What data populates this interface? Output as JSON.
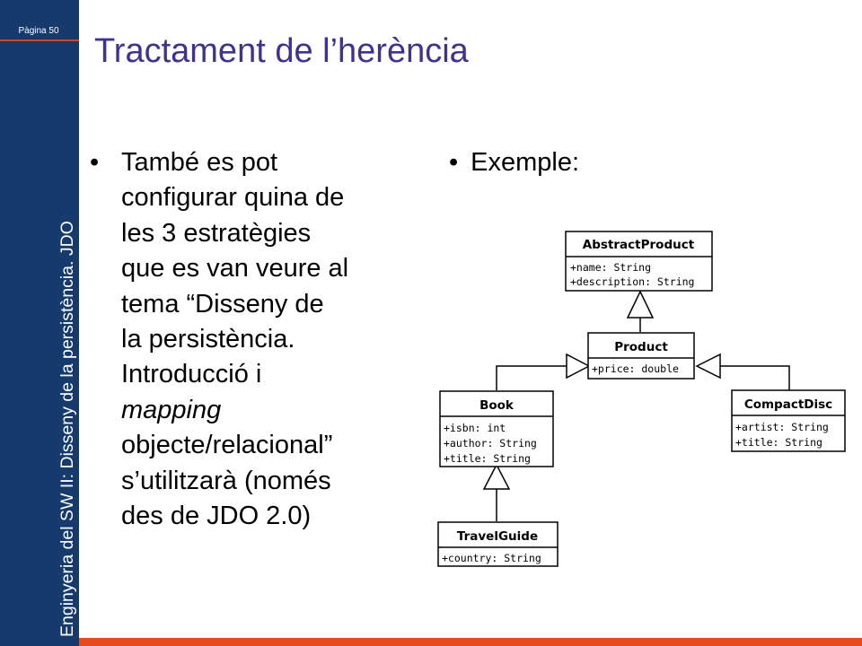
{
  "sidebar": {
    "page_label": "Pàgina 50",
    "course_title": "Enginyeria del SW II: Disseny de la persistència. JDO"
  },
  "slide": {
    "title": "Tractament de l’herència",
    "left_bullet": {
      "lines": [
        "També es pot",
        "configurar quina de",
        "les 3 estratègies",
        "que es van veure al",
        "tema “Disseny de",
        "la persistència.",
        "Introducció i"
      ],
      "italic_word": "mapping",
      "lines_after": [
        "objecte/relacional”",
        "s’utilitzarà  (només",
        "des de JDO 2.0)"
      ]
    },
    "right_bullet": "Exemple:"
  },
  "diagram": {
    "abstract_product": {
      "name": "AbstractProduct",
      "attributes": [
        "+name: String",
        "+description: String"
      ]
    },
    "product": {
      "name": "Product",
      "attributes": [
        "+price: double"
      ]
    },
    "book": {
      "name": "Book",
      "attributes": [
        "+isbn: int",
        "+author: String",
        "+title: String"
      ]
    },
    "compact_disc": {
      "name": "CompactDisc",
      "attributes": [
        "+artist: String",
        "+title: String"
      ]
    },
    "travel_guide": {
      "name": "TravelGuide",
      "attributes": [
        "+country: String"
      ]
    }
  },
  "colors": {
    "sidebar": "#163a6b",
    "accent": "#e84a1b",
    "title": "#3d3393"
  }
}
